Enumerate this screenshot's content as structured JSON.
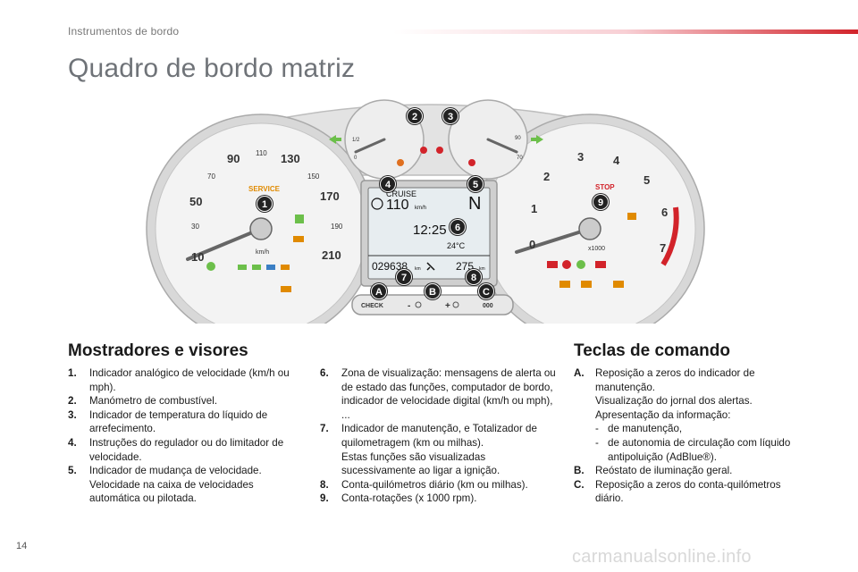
{
  "header": {
    "section": "Instrumentos de bordo",
    "title": "Quadro de bordo matriz"
  },
  "cluster": {
    "speedo_ticks": [
      "10",
      "30",
      "50",
      "70",
      "90",
      "110",
      "130",
      "150",
      "170",
      "190",
      "210"
    ],
    "speedo_unit": "km/h",
    "service": "SERVICE",
    "tacho_ticks": [
      "0",
      "1",
      "2",
      "3",
      "4",
      "5",
      "6",
      "7"
    ],
    "tacho_unit": "x1000",
    "stop": "STOP",
    "fuel_labels": [
      "1/2",
      "0"
    ],
    "temp_labels": [
      "90",
      "70"
    ],
    "display": {
      "cruise": "CRUISE",
      "speed": "110",
      "speed_unit": "km/h",
      "gear": "N",
      "time": "12:25",
      "temperature": "24°C",
      "odometer": "029638",
      "odometer_unit": "km",
      "range": "275",
      "range_unit": "km"
    },
    "buttons": {
      "check": "CHECK",
      "minus": "-",
      "plus": "+",
      "reset": "000"
    },
    "markers": [
      "1",
      "2",
      "3",
      "4",
      "5",
      "6",
      "7",
      "8",
      "9",
      "A",
      "B",
      "C"
    ]
  },
  "mostradores": {
    "heading": "Mostradores e visores",
    "items": [
      {
        "num": "1.",
        "text": "Indicador analógico de velocidade (km/h ou mph)."
      },
      {
        "num": "2.",
        "text": "Manómetro de combustível."
      },
      {
        "num": "3.",
        "text": "Indicador de temperatura do líquido de arrefecimento."
      },
      {
        "num": "4.",
        "text": "Instruções do regulador ou do limitador de velocidade."
      },
      {
        "num": "5.",
        "text": "Indicador de mudança de velocidade."
      }
    ],
    "item5_extra": "Velocidade na caixa de velocidades automática ou pilotada.",
    "items2": [
      {
        "num": "6.",
        "text": "Zona de visualização: mensagens de alerta ou de estado das funções, computador de bordo, indicador de velocidade digital (km/h ou mph), ..."
      },
      {
        "num": "7.",
        "text": "Indicador de manutenção, e Totalizador de quilometragem (km ou milhas)."
      },
      {
        "num": "8.",
        "text": "Conta-quilómetros diário (km ou milhas)."
      },
      {
        "num": "9.",
        "text": "Conta-rotações (x 1000 rpm)."
      }
    ],
    "item7_extra": "Estas funções são visualizadas sucessivamente ao ligar a ignição."
  },
  "teclas": {
    "heading": "Teclas de comando",
    "a_num": "A.",
    "a_text": "Reposição a zeros do indicador de manutenção.",
    "a_extra1": "Visualização do jornal dos alertas.",
    "a_extra2": "Apresentação da informação:",
    "a_subs": [
      "de manutenção,",
      "de autonomia de circulação com líquido antipoluição (AdBlue®)."
    ],
    "dash": "-",
    "b_num": "B.",
    "b_text": "Reóstato de iluminação geral.",
    "c_num": "C.",
    "c_text": "Reposição a zeros do conta-quilómetros diário."
  },
  "page_number": "14",
  "watermark": "carmanualsonline.info"
}
